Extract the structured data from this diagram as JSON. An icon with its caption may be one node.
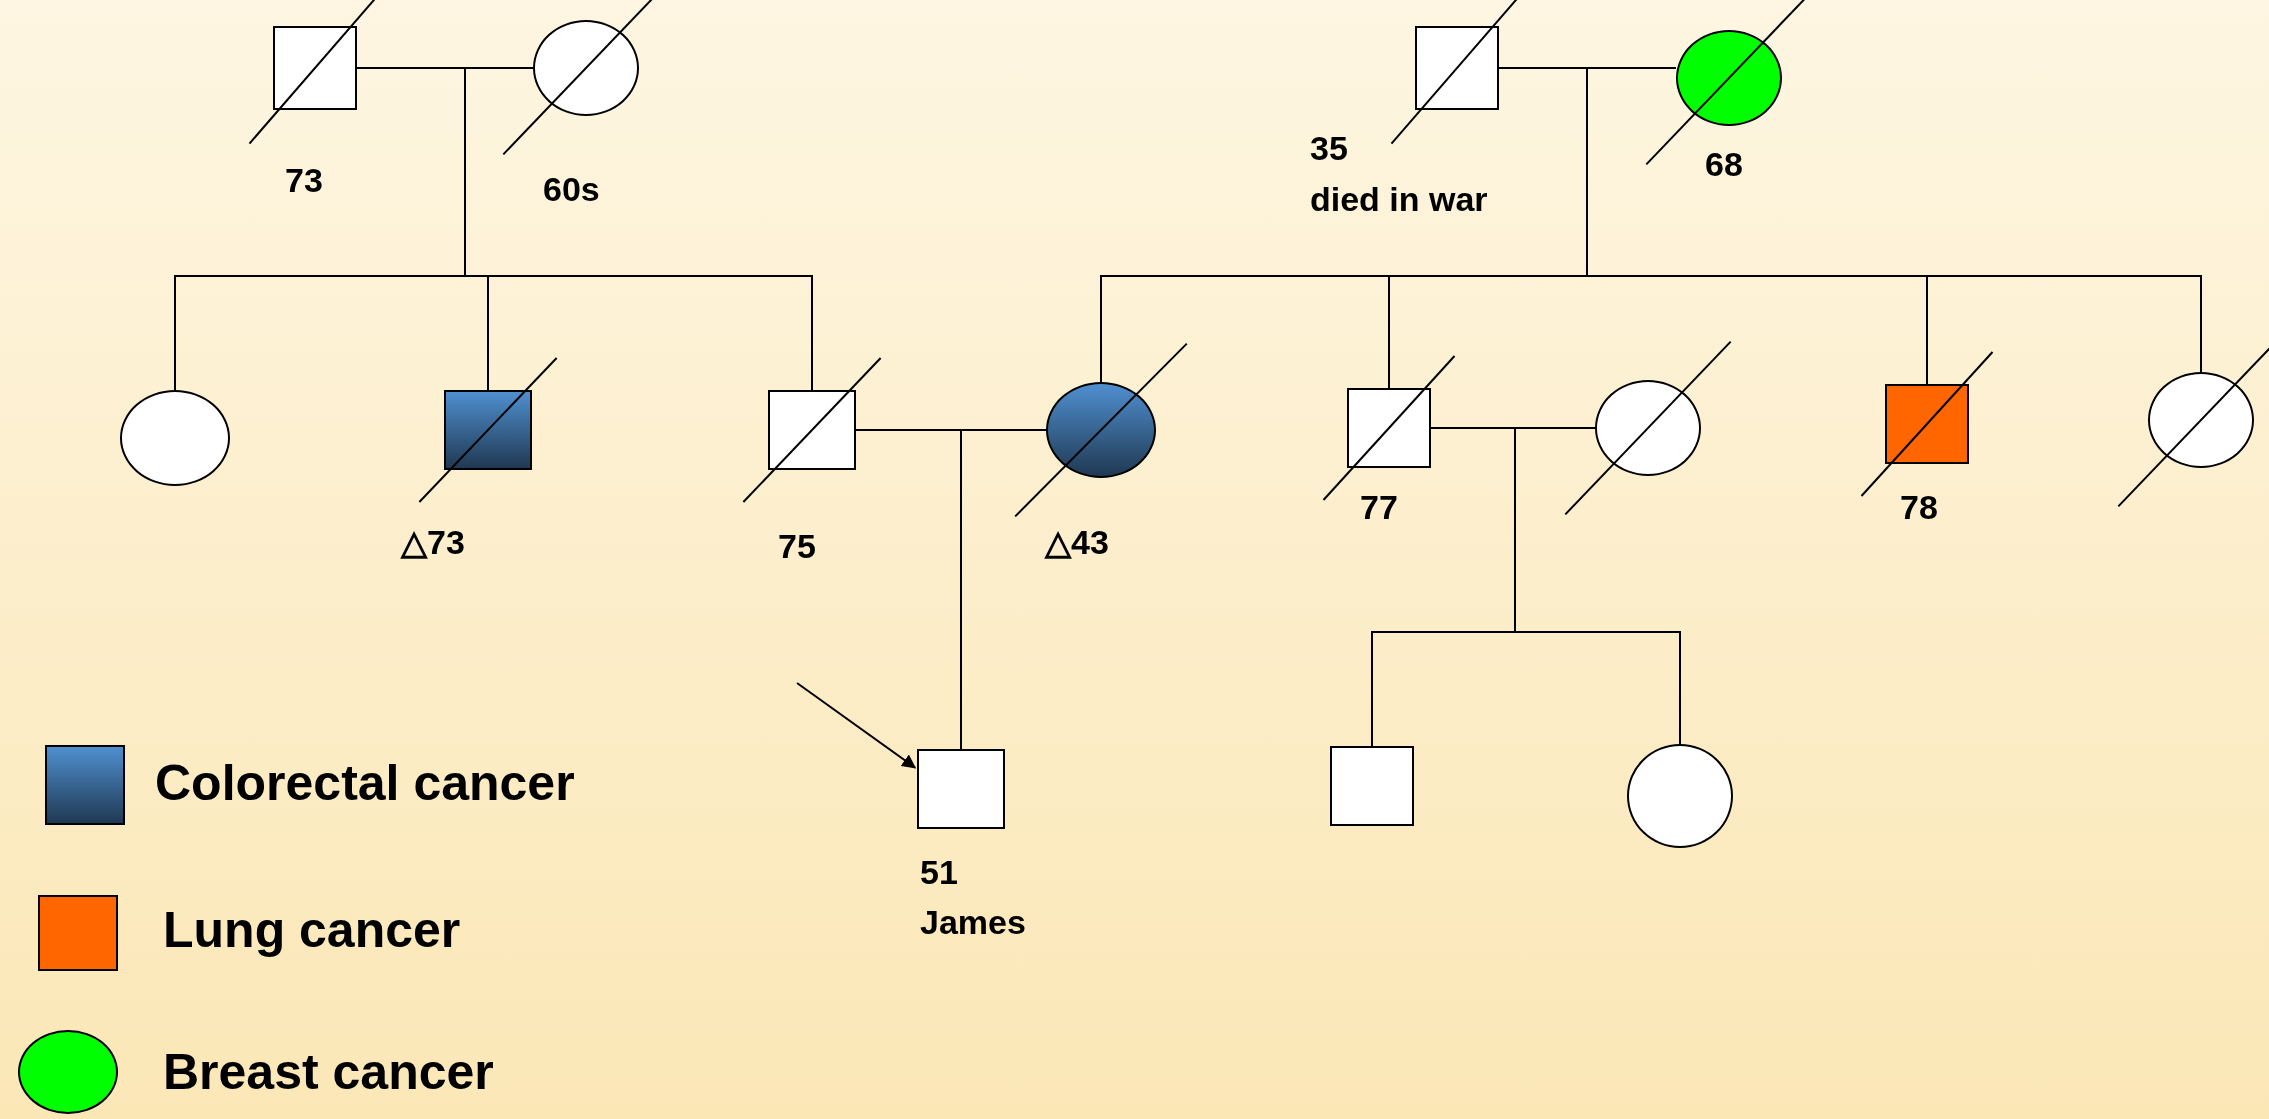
{
  "diagram": {
    "nodes": [
      {
        "text": [],
        "shape": "box",
        "beside": [
          "73"
        ]
      },
      {
        "text": [],
        "shape": "circle",
        "beside": [
          "60s"
        ]
      },
      {
        "text": [],
        "shape": "box",
        "beside": [
          "35",
          "died in war"
        ]
      },
      {
        "text": [],
        "shape": "circle",
        "beside": [
          "68"
        ]
      },
      {
        "text": [],
        "shape": "circle"
      },
      {
        "text": [],
        "shape": "box",
        "beside": [
          "△73"
        ]
      },
      {
        "text": [],
        "shape": "box",
        "beside": [
          "75"
        ]
      },
      {
        "text": [],
        "shape": "circle",
        "beside": [
          "△43"
        ]
      },
      {
        "text": [],
        "shape": "box",
        "beside": [
          "77"
        ]
      },
      {
        "text": [],
        "shape": "circle"
      },
      {
        "text": [],
        "shape": "box",
        "beside": [
          "78"
        ]
      },
      {
        "text": [],
        "shape": "circle"
      },
      {
        "text": [],
        "shape": "box",
        "beside": [
          "51",
          "James"
        ]
      },
      {
        "text": [],
        "shape": "box"
      },
      {
        "text": [],
        "shape": "circle"
      }
    ],
    "edges": [
      {
        "from": 0,
        "to": 1,
        "arrow": "none"
      },
      {
        "from": 0,
        "to": 4,
        "arrow": "none"
      },
      {
        "from": 1,
        "to": 4,
        "arrow": "none"
      },
      {
        "from": 0,
        "to": 5,
        "arrow": "none"
      },
      {
        "from": 1,
        "to": 5,
        "arrow": "none"
      },
      {
        "from": 0,
        "to": 6,
        "arrow": "none"
      },
      {
        "from": 1,
        "to": 6,
        "arrow": "none"
      },
      {
        "from": 2,
        "to": 3,
        "arrow": "none"
      },
      {
        "from": 2,
        "to": 7,
        "arrow": "none"
      },
      {
        "from": 3,
        "to": 7,
        "arrow": "none"
      },
      {
        "from": 2,
        "to": 8,
        "arrow": "none"
      },
      {
        "from": 3,
        "to": 8,
        "arrow": "none"
      },
      {
        "from": 2,
        "to": 10,
        "arrow": "none"
      },
      {
        "from": 3,
        "to": 10,
        "arrow": "none"
      },
      {
        "from": 2,
        "to": 11,
        "arrow": "none"
      },
      {
        "from": 3,
        "to": 11,
        "arrow": "none"
      },
      {
        "from": 6,
        "to": 7,
        "arrow": "none"
      },
      {
        "from": 6,
        "to": 12,
        "arrow": "none"
      },
      {
        "from": 7,
        "to": 12,
        "arrow": "none"
      },
      {
        "from": 8,
        "to": 9,
        "arrow": "none"
      },
      {
        "from": 8,
        "to": 13,
        "arrow": "none"
      },
      {
        "from": 9,
        "to": 13,
        "arrow": "none"
      },
      {
        "from": 8,
        "to": 14,
        "arrow": "none"
      },
      {
        "from": 9,
        "to": 14,
        "arrow": "none"
      },
      {
        "from": null,
        "to": 12,
        "arrow": "to"
      }
    ],
    "legend": [
      {
        "text": "Colorectal cancer",
        "color": "#4f8fcf"
      },
      {
        "text": "Lung cancer",
        "color": "#ff6600"
      },
      {
        "text": "Breast cancer",
        "color": "#00ff00"
      }
    ]
  }
}
